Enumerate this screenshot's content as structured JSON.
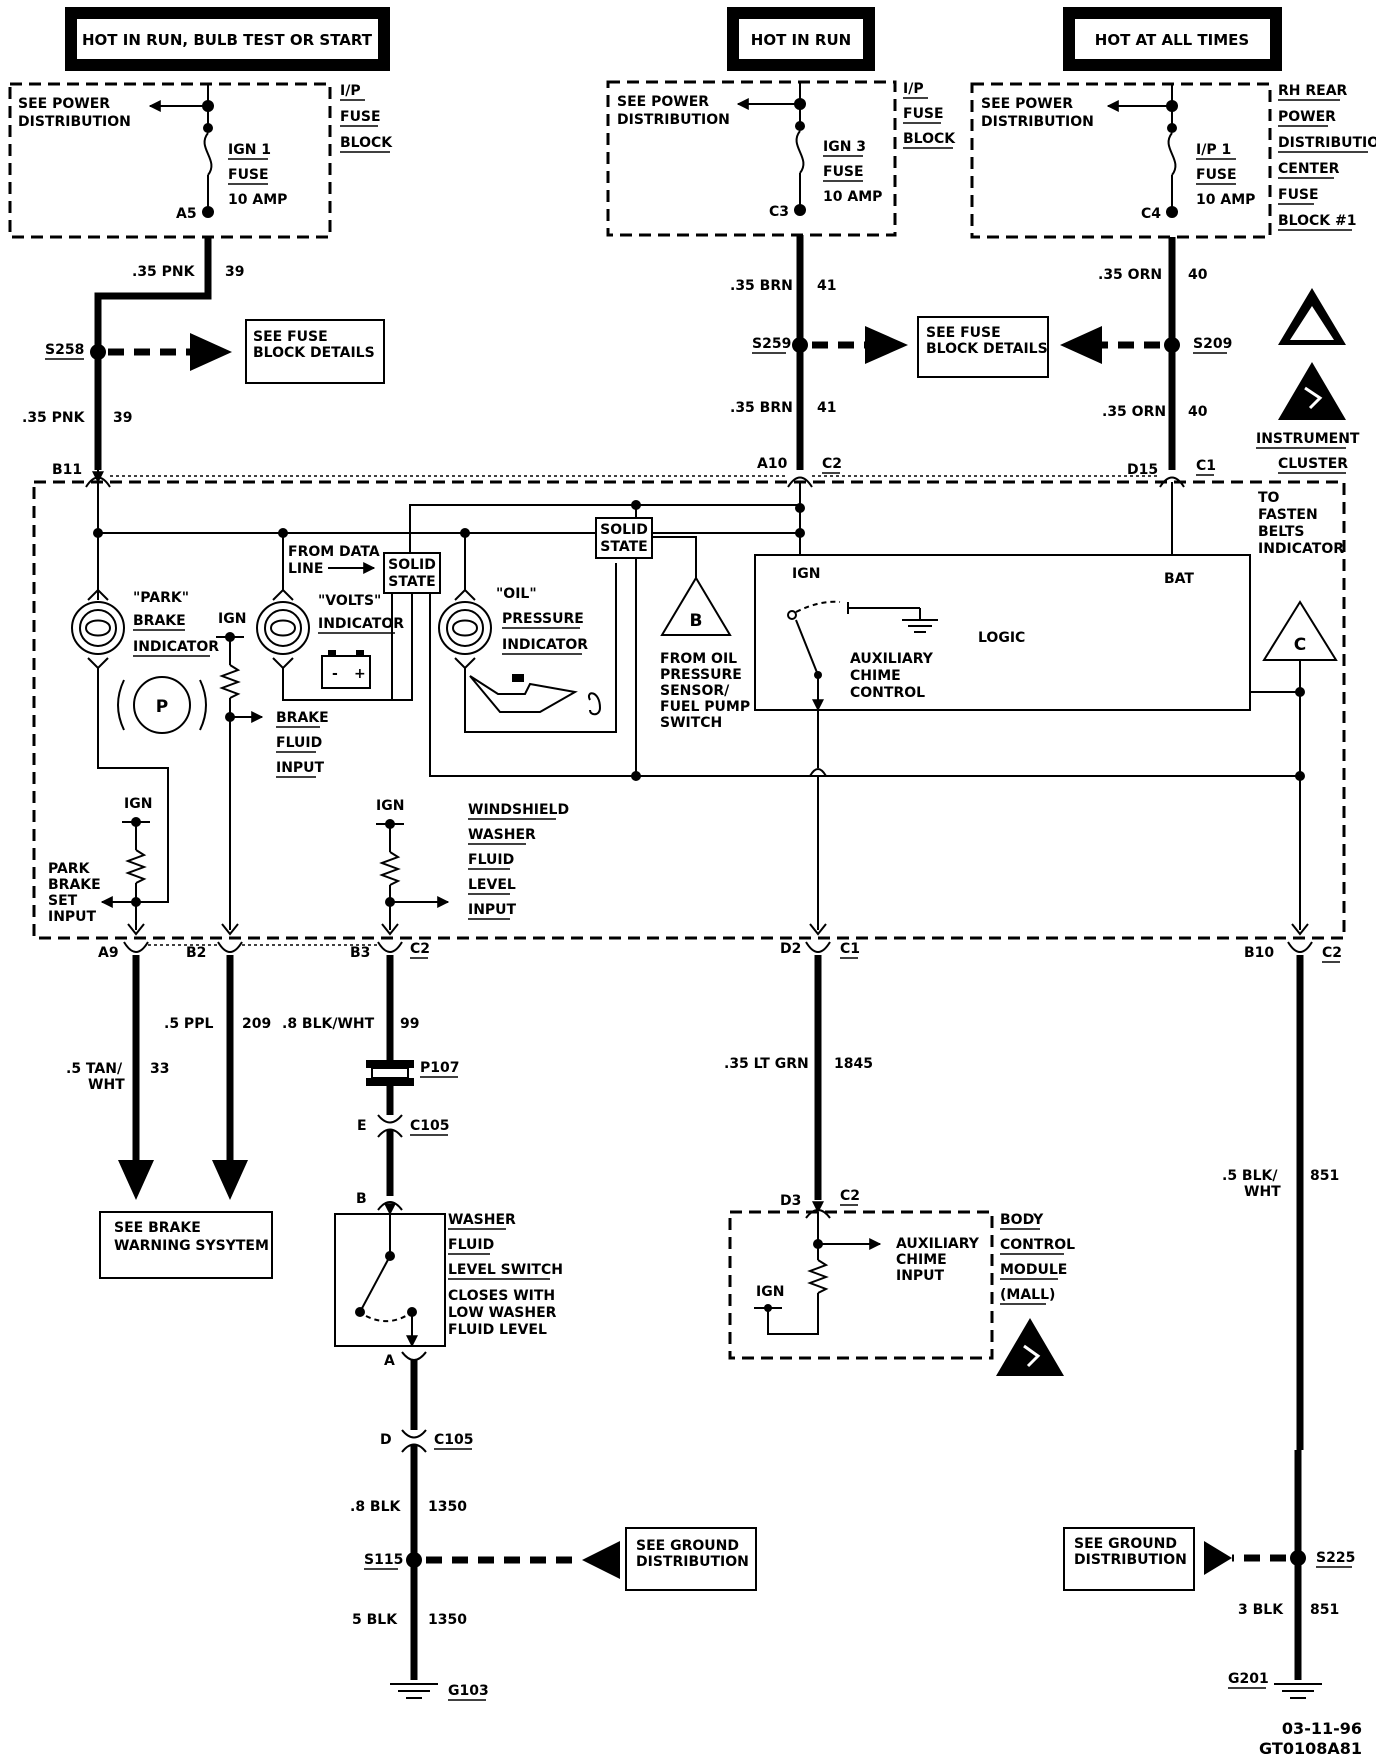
{
  "sources": [
    {
      "label": "HOT IN RUN, BULB TEST OR START"
    },
    {
      "label": "HOT IN RUN"
    },
    {
      "label": "HOT AT ALL TIMES"
    }
  ],
  "fuse_blocks": [
    {
      "see": "SEE POWER",
      "see2": "DISTRIBUTION",
      "fuse_name": "IGN 1",
      "fuse_word": "FUSE",
      "rating": "10 AMP",
      "pin": "A5",
      "block_lines": [
        "I/P",
        "FUSE",
        "BLOCK"
      ]
    },
    {
      "see": "SEE POWER",
      "see2": "DISTRIBUTION",
      "fuse_name": "IGN 3",
      "fuse_word": "FUSE",
      "rating": "10 AMP",
      "pin": "C3",
      "block_lines": [
        "I/P",
        "FUSE",
        "BLOCK"
      ]
    },
    {
      "see": "SEE POWER",
      "see2": "DISTRIBUTION",
      "fuse_name": "I/P 1",
      "fuse_word": "FUSE",
      "rating": "10 AMP",
      "pin": "C4",
      "block_lines": [
        "RH REAR",
        "POWER",
        "DISTRIBUTION",
        "CENTER",
        "FUSE",
        "BLOCK #1"
      ]
    }
  ],
  "wires": {
    "w1a_size": ".35 PNK",
    "w1a_num": "39",
    "w1b_size": ".35 PNK",
    "w1b_num": "39",
    "w2a_size": ".35 BRN",
    "w2a_num": "41",
    "w2b_size": ".35 BRN",
    "w2b_num": "41",
    "w3a_size": ".35 ORN",
    "w3a_num": "40",
    "w3b_size": ".35 ORN",
    "w3b_num": "40",
    "a9_size1": ".5 TAN/",
    "a9_size2": "WHT",
    "a9_num": "33",
    "b2_size": ".5 PPL",
    "b2_num": "209",
    "b3_size": ".8 BLK/WHT",
    "b3_num": "99",
    "d2_size": ".35 LT GRN",
    "d2_num": "1845",
    "b10_size1": ".5 BLK/",
    "b10_size2": "WHT",
    "b10_num": "851",
    "gnd1a_size": ".8 BLK",
    "gnd1a_num": "1350",
    "gnd1b_size": "5 BLK",
    "gnd1b_num": "1350",
    "gnd2_size": "3 BLK",
    "gnd2_num": "851"
  },
  "splices": {
    "s258": "S258",
    "s259": "S259",
    "s209": "S209",
    "s115": "S115",
    "s225": "S225",
    "fuse_details_1a": "SEE FUSE",
    "fuse_details_1b": "BLOCK DETAILS",
    "fuse_details_2a": "SEE FUSE",
    "fuse_details_2b": "BLOCK DETAILS",
    "ground_1a": "SEE GROUND",
    "ground_1b": "DISTRIBUTION",
    "ground_2a": "SEE GROUND",
    "ground_2b": "DISTRIBUTION"
  },
  "connectors": {
    "b11": "B11",
    "a10": "A10",
    "a10_c": "C2",
    "d15": "D15",
    "d15_c": "C1",
    "a9": "A9",
    "b2": "B2",
    "b3": "B3",
    "b3_c": "C2",
    "d2": "D2",
    "d2_c": "C1",
    "b10": "B10",
    "b10_c": "C2",
    "p107": "P107",
    "e": "E",
    "c105a": "C105",
    "b": "B",
    "a": "A",
    "d": "D",
    "c105b": "C105",
    "d3": "D3",
    "d3_c": "C2",
    "g103": "G103",
    "g201": "G201"
  },
  "cluster": {
    "title1": "INSTRUMENT",
    "title2": "CLUSTER",
    "fasten1": "TO",
    "fasten2": "FASTEN",
    "fasten3": "BELTS",
    "fasten4": "INDICATOR",
    "park1": "\"PARK\"",
    "park2": "BRAKE",
    "park3": "INDICATOR",
    "volts1": "\"VOLTS\"",
    "volts2": "INDICATOR",
    "oil1": "\"OIL\"",
    "oil2": "PRESSURE",
    "oil3": "INDICATOR",
    "from_data1": "FROM DATA",
    "from_data2": "LINE",
    "solid1a": "SOLID",
    "solid1b": "STATE",
    "solid2a": "SOLID",
    "solid2b": "STATE",
    "ign": "IGN",
    "bat": "BAT",
    "logic": "LOGIC",
    "aux1": "AUXILIARY",
    "aux2": "CHIME",
    "aux3": "CONTROL",
    "from_oil1": "FROM OIL",
    "from_oil2": "PRESSURE",
    "from_oil3": "SENSOR/",
    "from_oil4": "FUEL PUMP",
    "from_oil5": "SWITCH",
    "brake_fluid1": "BRAKE",
    "brake_fluid2": "FLUID",
    "brake_fluid3": "INPUT",
    "park_set1": "PARK",
    "park_set2": "BRAKE",
    "park_set3": "SET",
    "park_set4": "INPUT",
    "washer1": "WINDSHIELD",
    "washer2": "WASHER",
    "washer3": "FLUID",
    "washer4": "LEVEL",
    "washer5": "INPUT",
    "ign_b2": "IGN",
    "ign_a9": "IGN",
    "ign_b3": "IGN",
    "ref_b": "B",
    "ref_c": "C",
    "p_symbol": "P",
    "battery_minus": "-",
    "battery_plus": "+"
  },
  "washer_switch": {
    "l1": "WASHER",
    "l2": "FLUID",
    "l3": "LEVEL SWITCH",
    "n1": "CLOSES WITH",
    "n2": "LOW WASHER",
    "n3": "FLUID LEVEL"
  },
  "brake_warning": {
    "l1": "SEE BRAKE",
    "l2": "WARNING SYSYTEM"
  },
  "bcm": {
    "l1": "BODY",
    "l2": "CONTROL",
    "l3": "MODULE",
    "l4": "(MALL)",
    "aux1": "AUXILIARY",
    "aux2": "CHIME",
    "aux3": "INPUT",
    "ign": "IGN"
  },
  "footer": {
    "date": "03-11-96",
    "code": "GT0108A81"
  }
}
